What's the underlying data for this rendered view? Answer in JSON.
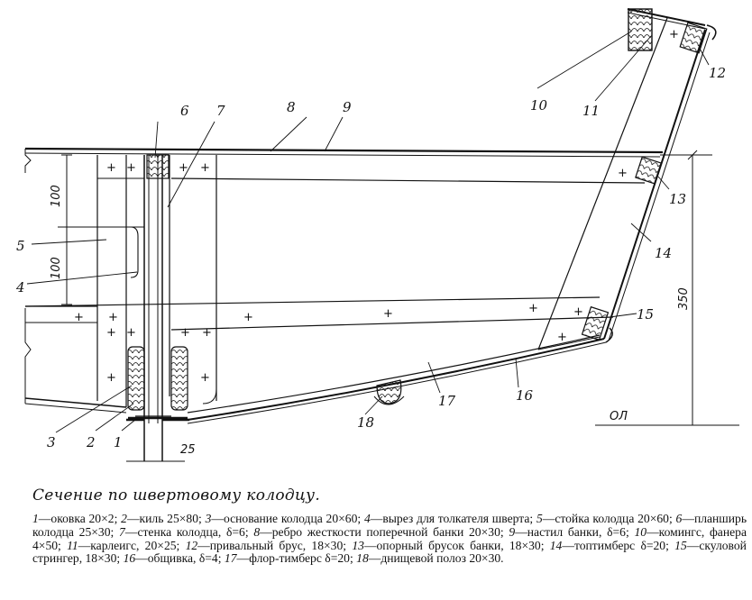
{
  "caption": {
    "title": "Сечение по швертовому колодцу."
  },
  "legend": [
    {
      "num": "1",
      "text": "—оковка 20×2;"
    },
    {
      "num": "2",
      "text": "—киль 25×80;"
    },
    {
      "num": "3",
      "text": "—основание колодца 20×60;"
    },
    {
      "num": "4",
      "text": "—вырез для толкателя шверта;"
    },
    {
      "num": "5",
      "text": "—стойка колодца 20×60;"
    },
    {
      "num": "6",
      "text": "—планширь колодца 25×30;"
    },
    {
      "num": "7",
      "text": "—стенка колодца, δ=6;"
    },
    {
      "num": "8",
      "text": "—ребро жесткости поперечной банки 20×30;"
    },
    {
      "num": "9",
      "text": "—настил банки, δ=6;"
    },
    {
      "num": "10",
      "text": "—комингс, фанера 4×50;"
    },
    {
      "num": "11",
      "text": "—карлеигс, 20×25;"
    },
    {
      "num": "12",
      "text": "—привальный брус, 18×30;"
    },
    {
      "num": "13",
      "text": "—опорный брусок банки, 18×30;"
    },
    {
      "num": "14",
      "text": "—топтимберс δ=20;"
    },
    {
      "num": "15",
      "text": "—скуловой стрингер, 18×30;"
    },
    {
      "num": "16",
      "text": "—общивка, δ=4;"
    },
    {
      "num": "17",
      "text": "—флор-тимберс δ=20;"
    },
    {
      "num": "18",
      "text": "—днищевой полоз 20×30."
    }
  ],
  "drawing": {
    "labels": {
      "l1": "1",
      "l2": "2",
      "l3": "3",
      "l4": "4",
      "l5": "5",
      "l6": "6",
      "l7": "7",
      "l8": "8",
      "l9": "9",
      "l10": "10",
      "l11": "11",
      "l12": "12",
      "l13": "13",
      "l14": "14",
      "l15": "15",
      "l16": "16",
      "l17": "17",
      "l18": "18"
    },
    "dimensions": {
      "d100a": "100",
      "d100b": "100",
      "d350": "350",
      "d25": "25",
      "waterline": "ОЛ"
    },
    "plus_mark": "+"
  }
}
